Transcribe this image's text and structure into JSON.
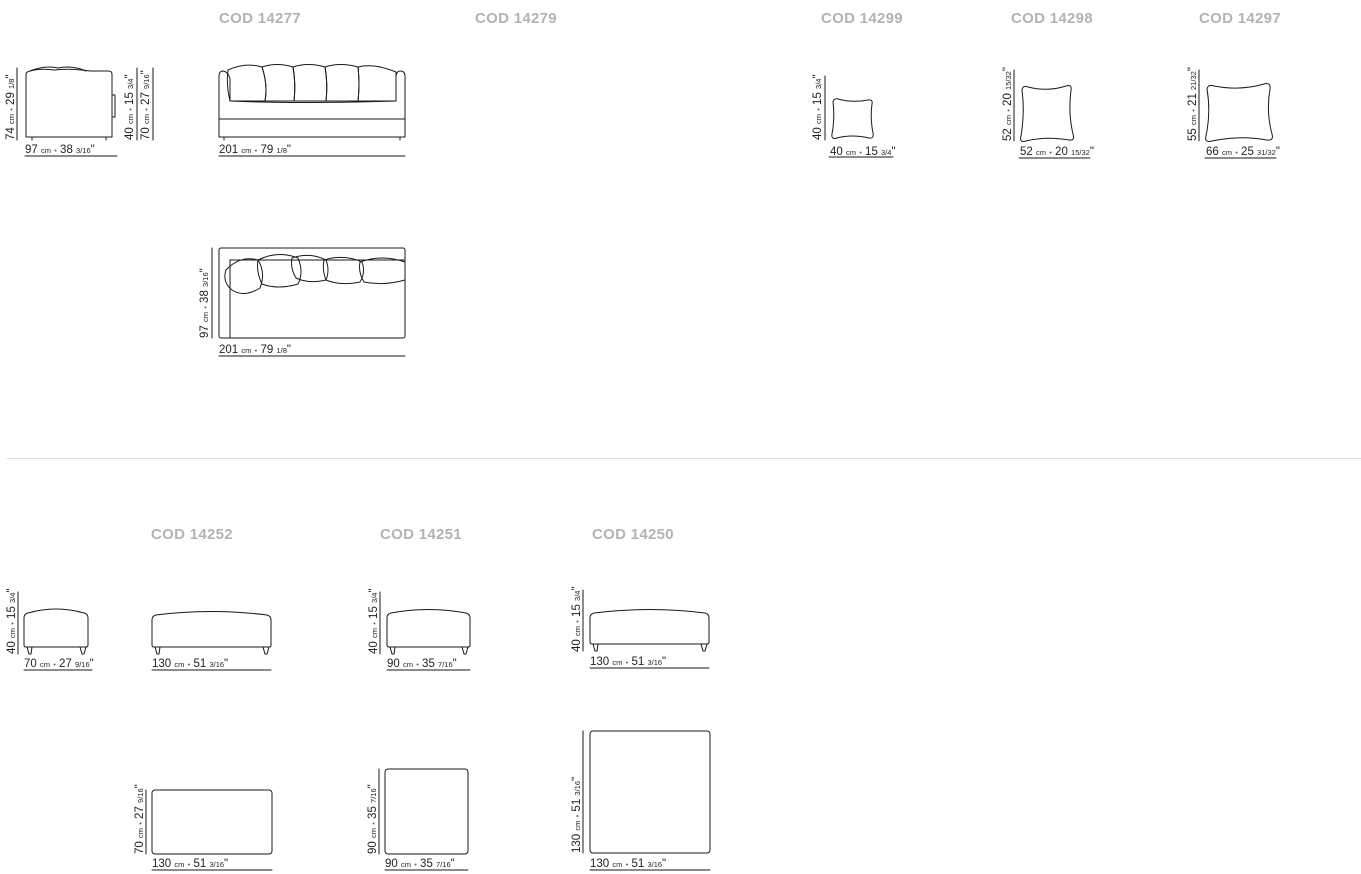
{
  "codes": {
    "c14277": "COD 14277",
    "c14279": "COD 14279",
    "c14299": "COD 14299",
    "c14298": "COD 14298",
    "c14297": "COD 14297",
    "c14252": "COD 14252",
    "c14251": "COD 14251",
    "c14250": "COD 14250"
  },
  "units": {
    "cm": "cm",
    "sep": "•"
  },
  "dims": {
    "armchair_h": {
      "cm": "74",
      "in": "29",
      "fr": "1/8",
      "q": "\""
    },
    "armchair_w": {
      "cm": "97",
      "in": "38",
      "fr": "3/16",
      "q": "\""
    },
    "armchair_seat": {
      "cm": "40",
      "in": "15",
      "fr": "3/4",
      "q": "\""
    },
    "armchair_arm": {
      "cm": "70",
      "in": "27",
      "fr": "9/16",
      "q": "\""
    },
    "sofa_front_w": {
      "cm": "201",
      "in": "79",
      "fr": "1/8",
      "q": "\""
    },
    "sofa_top_d": {
      "cm": "97",
      "in": "38",
      "fr": "3/16",
      "q": "\""
    },
    "sofa_top_w": {
      "cm": "201",
      "in": "79",
      "fr": "1/8",
      "q": "\""
    },
    "p14299_h": {
      "cm": "40",
      "in": "15",
      "fr": "3/4",
      "q": "\""
    },
    "p14299_w": {
      "cm": "40",
      "in": "15",
      "fr": "3/4",
      "q": "\""
    },
    "p14298_h": {
      "cm": "52",
      "in": "20",
      "fr": "15/32",
      "q": "\""
    },
    "p14298_w": {
      "cm": "52",
      "in": "20",
      "fr": "15/32",
      "q": "\""
    },
    "p14297_h": {
      "cm": "55",
      "in": "21",
      "fr": "21/32",
      "q": "\""
    },
    "p14297_w": {
      "cm": "66",
      "in": "25",
      "fr": "31/32",
      "q": "\""
    },
    "ot_small_h": {
      "cm": "40",
      "in": "15",
      "fr": "3/4",
      "q": "\""
    },
    "ot_small_w": {
      "cm": "70",
      "in": "27",
      "fr": "9/16",
      "q": "\""
    },
    "ot14252_w": {
      "cm": "130",
      "in": "51",
      "fr": "3/16",
      "q": "\""
    },
    "ot14251_h": {
      "cm": "40",
      "in": "15",
      "fr": "3/4",
      "q": "\""
    },
    "ot14251_w": {
      "cm": "90",
      "in": "35",
      "fr": "7/16",
      "q": "\""
    },
    "ot14250_h": {
      "cm": "40",
      "in": "15",
      "fr": "3/4",
      "q": "\""
    },
    "ot14250_w": {
      "cm": "130",
      "in": "51",
      "fr": "3/16",
      "q": "\""
    },
    "top14252_d": {
      "cm": "70",
      "in": "27",
      "fr": "9/16",
      "q": "\""
    },
    "top14252_w": {
      "cm": "130",
      "in": "51",
      "fr": "3/16",
      "q": "\""
    },
    "top14251_d": {
      "cm": "90",
      "in": "35",
      "fr": "7/16",
      "q": "\""
    },
    "top14251_w": {
      "cm": "90",
      "in": "35",
      "fr": "7/16",
      "q": "\""
    },
    "top14250_d": {
      "cm": "130",
      "in": "51",
      "fr": "3/16",
      "q": "\""
    },
    "top14250_w": {
      "cm": "130",
      "in": "51",
      "fr": "3/16",
      "q": "\""
    }
  }
}
